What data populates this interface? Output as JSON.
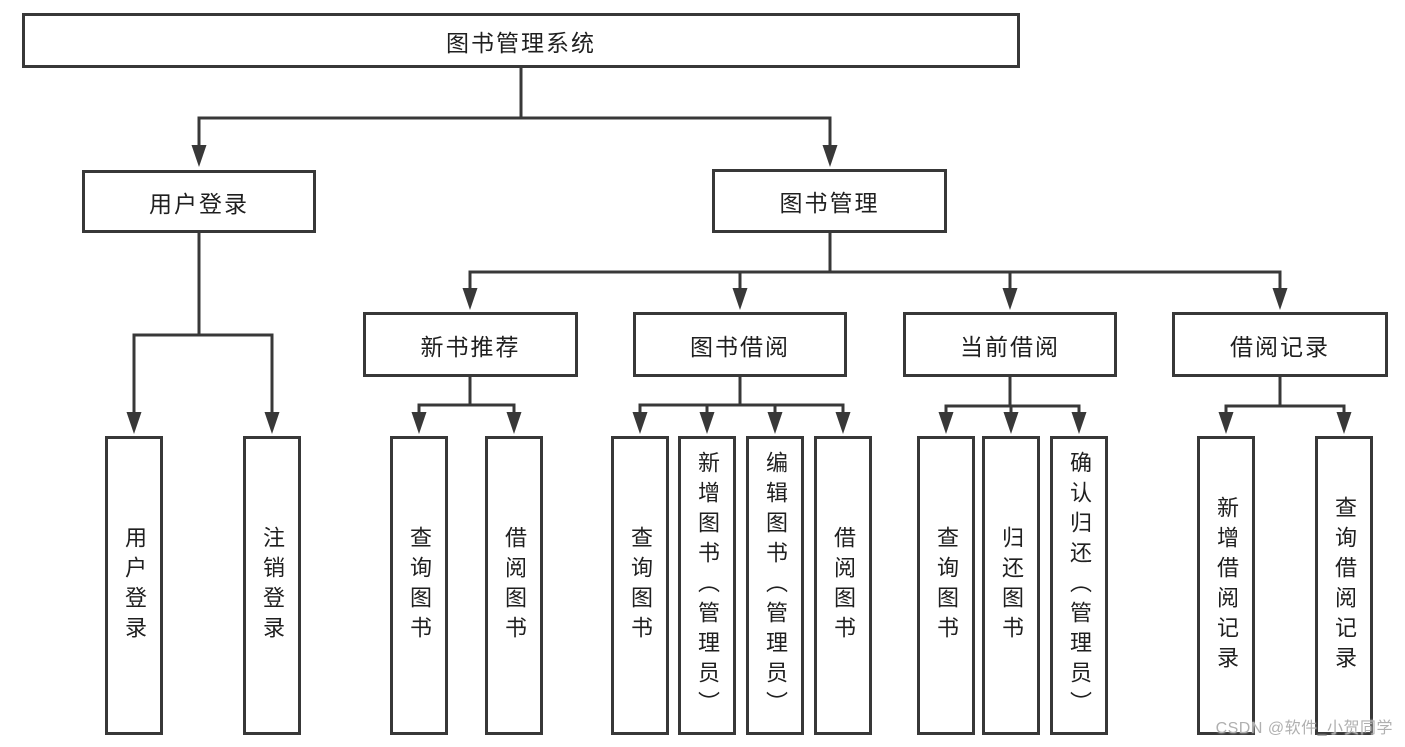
{
  "tree": {
    "root": {
      "label": "图书管理系统"
    },
    "level1": [
      {
        "label": "用户登录"
      },
      {
        "label": "图书管理"
      }
    ],
    "level2": [
      {
        "label": "新书推荐"
      },
      {
        "label": "图书借阅"
      },
      {
        "label": "当前借阅"
      },
      {
        "label": "借阅记录"
      }
    ],
    "leaves": [
      {
        "group": "用户登录",
        "items": [
          {
            "label": "用户登录"
          },
          {
            "label": "注销登录"
          }
        ]
      },
      {
        "group": "新书推荐",
        "items": [
          {
            "label": "查询图书"
          },
          {
            "label": "借阅图书"
          }
        ]
      },
      {
        "group": "图书借阅",
        "items": [
          {
            "label": "查询图书"
          },
          {
            "label": "新增图书（管理员）"
          },
          {
            "label": "编辑图书（管理员）"
          },
          {
            "label": "借阅图书"
          }
        ]
      },
      {
        "group": "当前借阅",
        "items": [
          {
            "label": "查询图书"
          },
          {
            "label": "归还图书"
          },
          {
            "label": "确认归还（管理员）"
          }
        ]
      },
      {
        "group": "借阅记录",
        "items": [
          {
            "label": "新增借阅记录"
          },
          {
            "label": "查询借阅记录"
          }
        ]
      }
    ]
  },
  "watermark": {
    "text": "CSDN @软件_小贺同学"
  },
  "colors": {
    "line": "#383838",
    "text": "#1f1f1f",
    "box_background": "#ffffff",
    "watermark": "#b0b0b0",
    "page_background": "#ffffff"
  }
}
